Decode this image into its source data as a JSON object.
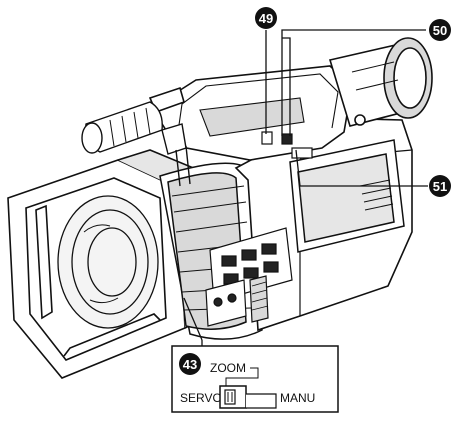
{
  "callouts": {
    "c49": "49",
    "c50": "50",
    "c51": "51",
    "c43": "43"
  },
  "switch": {
    "title": "ZOOM",
    "left_label": "SERVO",
    "right_label": "MANU"
  },
  "colors": {
    "ink": "#111111",
    "paper": "#ffffff",
    "shade": "#d9d9d9"
  }
}
